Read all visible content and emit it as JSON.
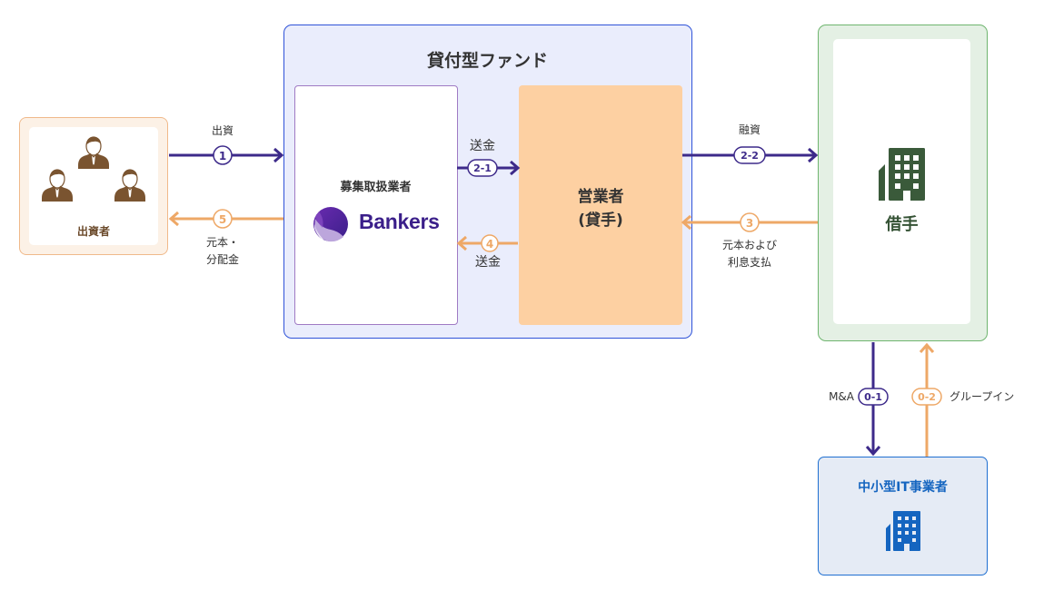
{
  "colors": {
    "purple": "#3d2a8a",
    "orange": "#eea867",
    "fund_border": "#2f53d8",
    "borrower_green": "#3a5a3a",
    "sme_blue": "#1565c0",
    "investor_brown": "#7a5430"
  },
  "investor": {
    "label": "出資者",
    "icon": "people-group-icon"
  },
  "fund": {
    "title": "貸付型ファンド",
    "broker": {
      "label": "募集取扱業者",
      "logo_text": "Bankers"
    },
    "lender": {
      "line1": "営業者",
      "line2": "(貸手)"
    }
  },
  "borrower": {
    "label": "借手",
    "icon": "building-icon"
  },
  "sme": {
    "label": "中小型IT事業者",
    "icon": "building-icon"
  },
  "flows": [
    {
      "id": "1",
      "label": "出資",
      "from": "出資者",
      "to": "募集取扱業者",
      "color": "purple"
    },
    {
      "id": "2-1",
      "label": "送金",
      "from": "募集取扱業者",
      "to": "営業者",
      "color": "purple"
    },
    {
      "id": "2-2",
      "label": "融資",
      "from": "営業者",
      "to": "借手",
      "color": "purple"
    },
    {
      "id": "3",
      "label_lines": [
        "元本および",
        "利息支払"
      ],
      "from": "借手",
      "to": "営業者",
      "color": "orange"
    },
    {
      "id": "4",
      "label": "送金",
      "from": "営業者",
      "to": "募集取扱業者",
      "color": "orange"
    },
    {
      "id": "5",
      "label_lines": [
        "元本・",
        "分配金"
      ],
      "from": "募集取扱業者",
      "to": "出資者",
      "color": "orange"
    },
    {
      "id": "0-1",
      "label": "M&A",
      "from": "借手",
      "to": "中小型IT事業者",
      "color": "purple"
    },
    {
      "id": "0-2",
      "label": "グループイン",
      "from": "中小型IT事業者",
      "to": "借手",
      "color": "orange"
    }
  ]
}
